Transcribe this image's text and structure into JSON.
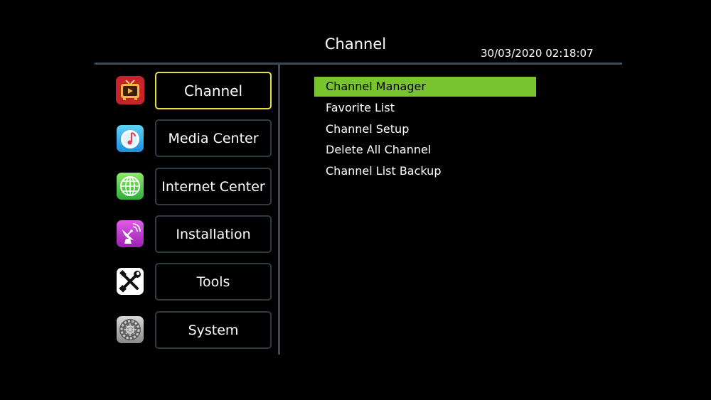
{
  "header": {
    "title": "Channel",
    "datetime": "30/03/2020 02:18:07"
  },
  "main_menu": {
    "items": [
      {
        "label": "Channel",
        "icon": "tv-icon",
        "selected": true
      },
      {
        "label": "Media Center",
        "icon": "music-note-icon",
        "selected": false
      },
      {
        "label": "Internet Center",
        "icon": "globe-icon",
        "selected": false
      },
      {
        "label": "Installation",
        "icon": "satellite-dish-icon",
        "selected": false
      },
      {
        "label": "Tools",
        "icon": "tools-icon",
        "selected": false
      },
      {
        "label": "System",
        "icon": "gear-icon",
        "selected": false
      }
    ]
  },
  "submenu": {
    "items": [
      {
        "label": "Channel Manager",
        "selected": true
      },
      {
        "label": "Favorite List",
        "selected": false
      },
      {
        "label": "Channel Setup",
        "selected": false
      },
      {
        "label": "Delete All Channel",
        "selected": false
      },
      {
        "label": "Channel List Backup",
        "selected": false
      }
    ]
  },
  "colors": {
    "background": "#000000",
    "selected_border": "#e8e135",
    "selected_highlight": "#77c42f",
    "divider": "#3a4b55"
  }
}
